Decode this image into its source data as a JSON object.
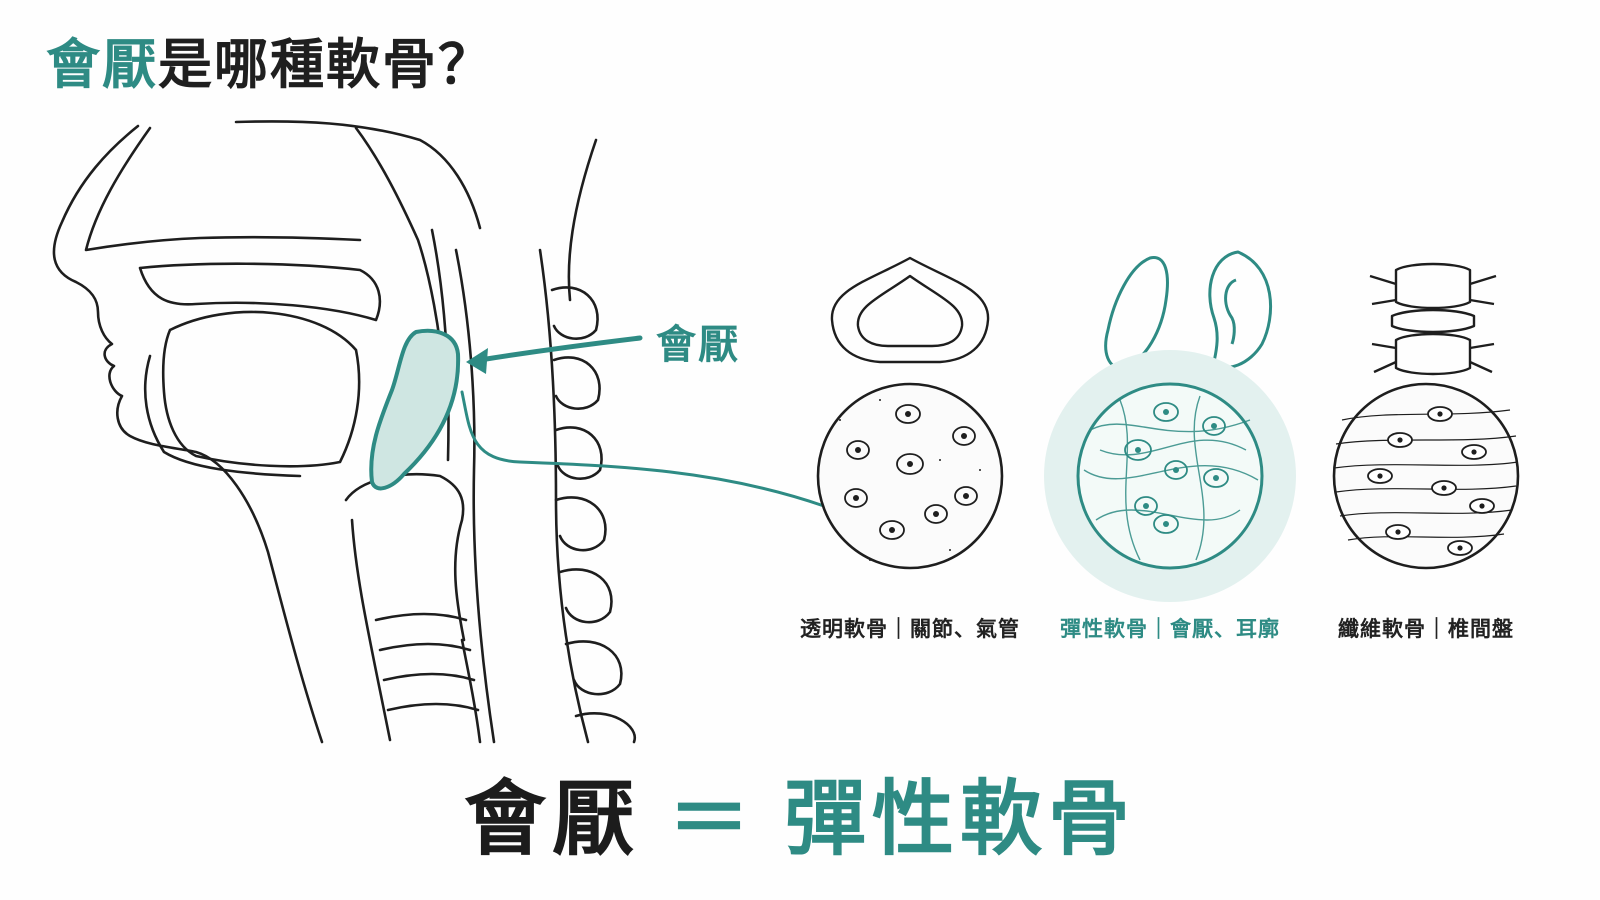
{
  "title": {
    "accent": "會厭",
    "rest": "是哪種軟骨？"
  },
  "callout_label": "會厭",
  "cartilage_types": [
    {
      "caption": "透明軟骨｜關節、氣管",
      "highlight": false
    },
    {
      "caption": "彈性軟骨｜會厭、耳廓",
      "highlight": true
    },
    {
      "caption": "纖維軟骨｜椎間盤",
      "highlight": false
    }
  ],
  "conclusion": {
    "lhs": "會厭",
    "eq": "＝",
    "rhs": "彈性軟骨"
  },
  "colors": {
    "accent": "#2e8b84",
    "line": "#1e1e1e",
    "glow": "#e3f1ef"
  }
}
